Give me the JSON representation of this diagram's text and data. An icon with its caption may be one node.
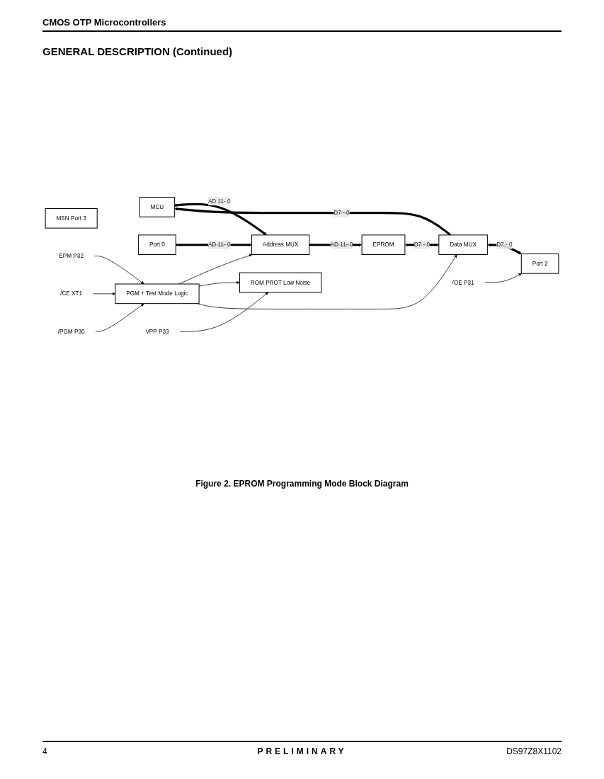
{
  "diagram": {
    "title": "GENERAL DESCRIPTION (Continued)",
    "caption": "Figure 2.  EPROM Programming Mode Block Diagram",
    "nodes": [
      {
        "text": [
          "MCU"
        ]
      },
      {
        "text": [
          "MSN Port 3"
        ]
      },
      {
        "text": [
          "Port 0"
        ]
      },
      {
        "text": [
          "Address MUX"
        ]
      },
      {
        "text": [
          "EPROM"
        ]
      },
      {
        "text": [
          "ROM PROT Low Noise"
        ]
      },
      {
        "text": [
          "Data MUX"
        ]
      },
      {
        "text": [
          "Port 2"
        ]
      },
      {
        "text": [
          "PGM + Test Mode Logic"
        ]
      },
      {
        "text": [
          "EPM P32"
        ]
      },
      {
        "text": [
          "/CE XT1"
        ]
      },
      {
        "text": [
          "/PGM P30"
        ]
      },
      {
        "text": [
          "VPP P33"
        ]
      },
      {
        "text": [
          "/OE P31"
        ]
      }
    ],
    "edges": [
      {
        "from": 6,
        "to": 0,
        "arrow": "to",
        "label": "D7 - 0",
        "style": "thick"
      },
      {
        "from": 0,
        "to": 3,
        "arrow": "to",
        "label": "AD 11- 0",
        "style": "thick"
      },
      {
        "from": 2,
        "to": 3,
        "arrow": "to",
        "label": "AD 11- 0",
        "style": "thick"
      },
      {
        "from": 3,
        "to": 4,
        "arrow": "to",
        "label": "AD 11- 0",
        "style": "thick"
      },
      {
        "from": 4,
        "to": 6,
        "arrow": "both",
        "label": "D7 - 0",
        "style": "thick"
      },
      {
        "from": 6,
        "to": 7,
        "arrow": "both",
        "label": "D7 - 0",
        "style": "thick"
      },
      {
        "from": 8,
        "to": 3,
        "arrow": "to"
      },
      {
        "from": 8,
        "to": 5,
        "arrow": "to"
      },
      {
        "from": 8,
        "to": 6,
        "arrow": "to"
      },
      {
        "from": 9,
        "to": 8,
        "arrow": "to"
      },
      {
        "from": 10,
        "to": 8,
        "arrow": "to"
      },
      {
        "from": 11,
        "to": 8,
        "arrow": "to"
      },
      {
        "from": 12,
        "to": 5,
        "arrow": "to"
      },
      {
        "from": 13,
        "to": 7,
        "arrow": "to"
      }
    ],
    "labels": [
      "CMOS OTP Microcontrollers",
      "4",
      "PRELIMINARY",
      "DS97Z8X1102"
    ]
  }
}
